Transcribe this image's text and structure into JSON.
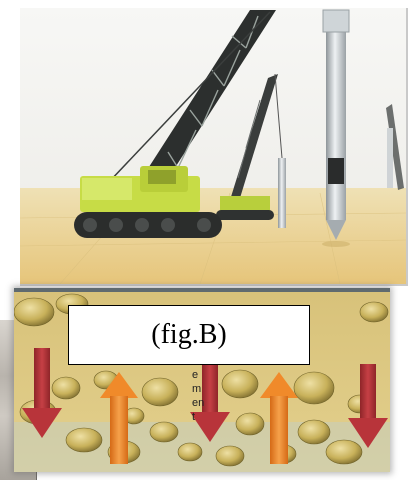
{
  "figure": {
    "label": "(fig.B)",
    "vertical_text": "e\nm\nen\nt"
  },
  "colors": {
    "sand": "#e8cf86",
    "crane_body": "#c7dc46",
    "crane_boom": "#2c2f2e",
    "pile": "#c9cfd3",
    "down_arrow": "#c1393d",
    "up_arrow": "#f08a2a",
    "rock": "#c8b15a"
  },
  "icons": [
    "crane-illustration",
    "pile-illustration",
    "down-arrow-icon",
    "up-arrow-icon"
  ]
}
